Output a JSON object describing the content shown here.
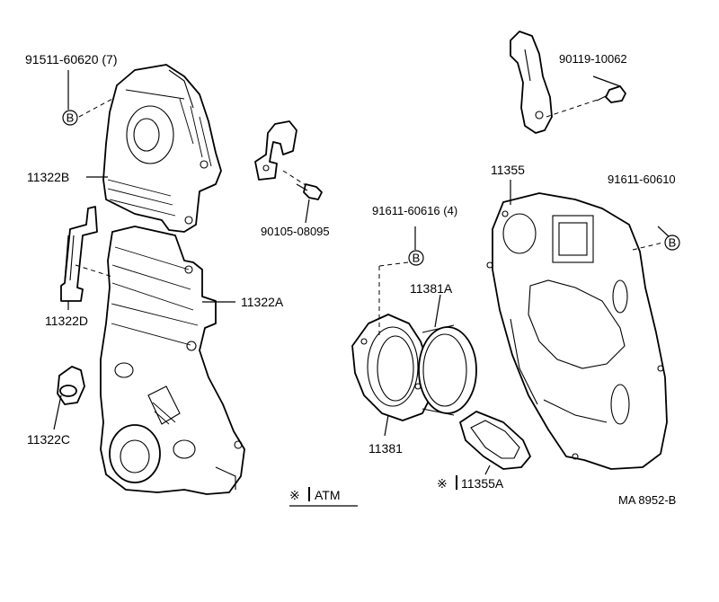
{
  "labels": {
    "bolt_a": "91511-60620 (7)",
    "cover_upper": "11322B",
    "bracket_left": "11322D",
    "cover_lower": "11322A",
    "plug": "11322C",
    "bolt_small": "90105-08095",
    "bolt_top": "90119-10062",
    "plate": "11355",
    "bolt_plate": "91611-60610",
    "bolt_seal": "91611-60616 (4)",
    "seal_ring": "11381A",
    "retainer": "11381",
    "gasket": "11355A",
    "gasket_mark": "※",
    "atm": "ATM",
    "atm_mark": "※",
    "ref": "MA 8952-B"
  },
  "callout_letter": "B"
}
